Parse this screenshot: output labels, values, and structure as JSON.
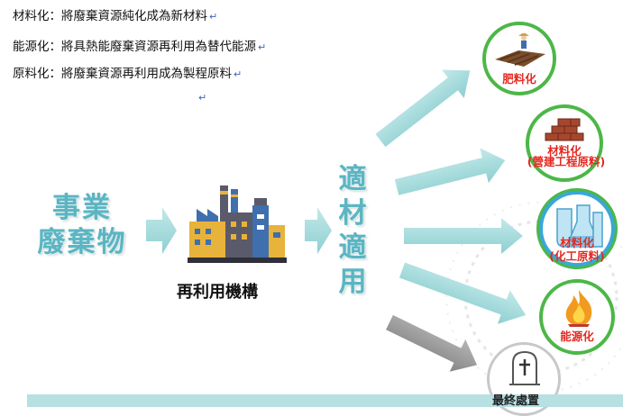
{
  "definitions": [
    {
      "text": "材料化：將廢棄資源純化成為新材料"
    },
    {
      "text": "能源化：將具熱能廢棄資源再利用為替代能源"
    },
    {
      "text": "原料化：將廢棄資源再利用成為製程原料"
    }
  ],
  "return_mark": "↵",
  "source": {
    "line1": "事業",
    "line2": "廢棄物"
  },
  "facility_label": "再利用機構",
  "middle": {
    "c1": "適",
    "c2": "材",
    "c3": "適",
    "c4": "用"
  },
  "outputs": {
    "fertilizer": "肥料化",
    "material_line1": "材料化",
    "material_line2": "(營建工程原料)",
    "raw_line1": "材料化",
    "raw_line2": "(化工原料)",
    "energy": "能源化",
    "final": "最終處置"
  },
  "colors": {
    "teal_text": "#5bb5c2",
    "arrow_teal": "#9fd7d8",
    "arrow_grey": "#9a9a9a",
    "circle_green": "#4cb748",
    "label_red": "#e32a22",
    "bar": "#b7e0e3"
  },
  "icons": [
    "factory-icon",
    "farmer-field-icon",
    "bricks-icon",
    "chemistry-flasks-icon",
    "fire-icon",
    "tombstone-icon"
  ]
}
